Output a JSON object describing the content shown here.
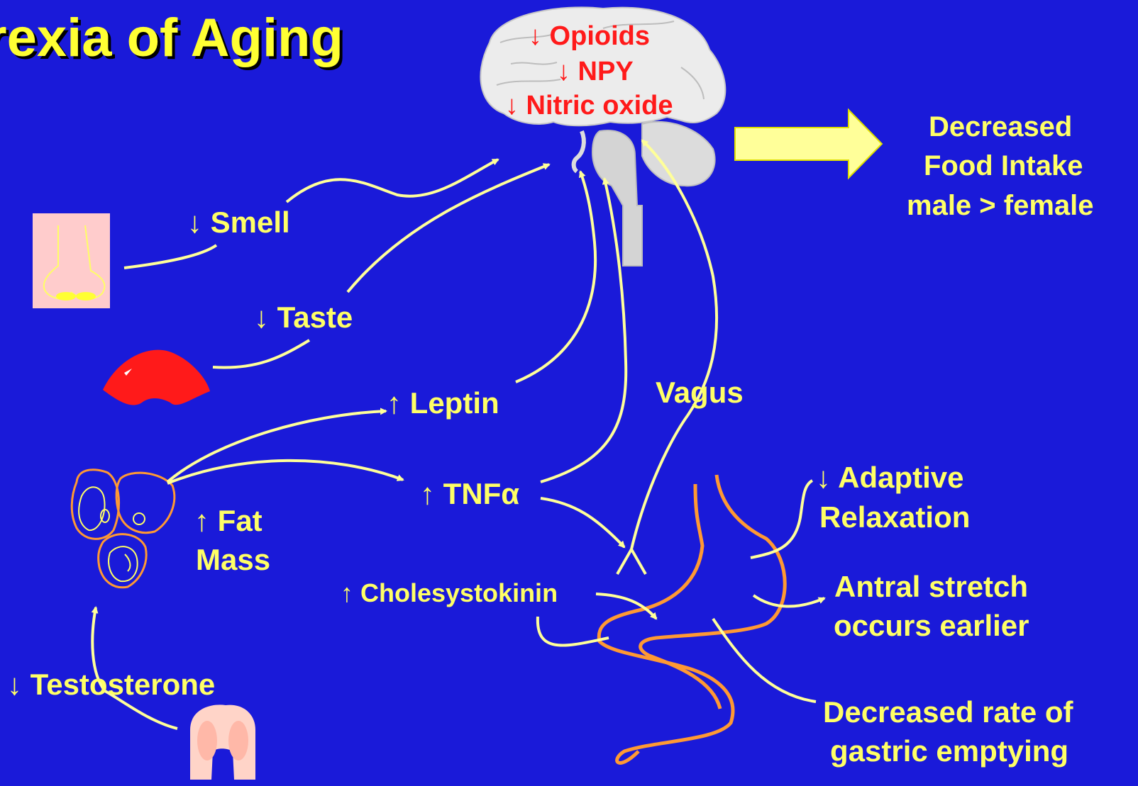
{
  "title": "rexia of Aging",
  "colors": {
    "background": "#1a1ad9",
    "text": "#ffff66",
    "brain_text": "#ff1a1a",
    "gut": "#ff9933"
  },
  "brain_labels": [
    "↓ Opioids",
    "↓ NPY",
    "↓ Nitric oxide"
  ],
  "outcome": [
    "Decreased",
    "Food Intake",
    "male > female"
  ],
  "labels": {
    "smell": "↓ Smell",
    "taste": "↓ Taste",
    "leptin": "↑ Leptin",
    "tnf": "↑ TNFα",
    "vagus": "Vagus",
    "fat_mass": [
      "↑ Fat",
      "Mass"
    ],
    "testosterone": "↓ Testosterone",
    "cholecystokinin": "↑ Cholesystokinin",
    "adaptive": [
      "↓ Adaptive",
      "Relaxation"
    ],
    "antral": [
      "Antral stretch",
      "occurs earlier"
    ],
    "gastric": [
      "Decreased rate of",
      "gastric emptying"
    ]
  },
  "icons": [
    "brain-icon",
    "nose-icon",
    "tongue-icon",
    "fat-cells-icon",
    "testes-icon",
    "stomach-icon",
    "arrow-right-icon"
  ]
}
